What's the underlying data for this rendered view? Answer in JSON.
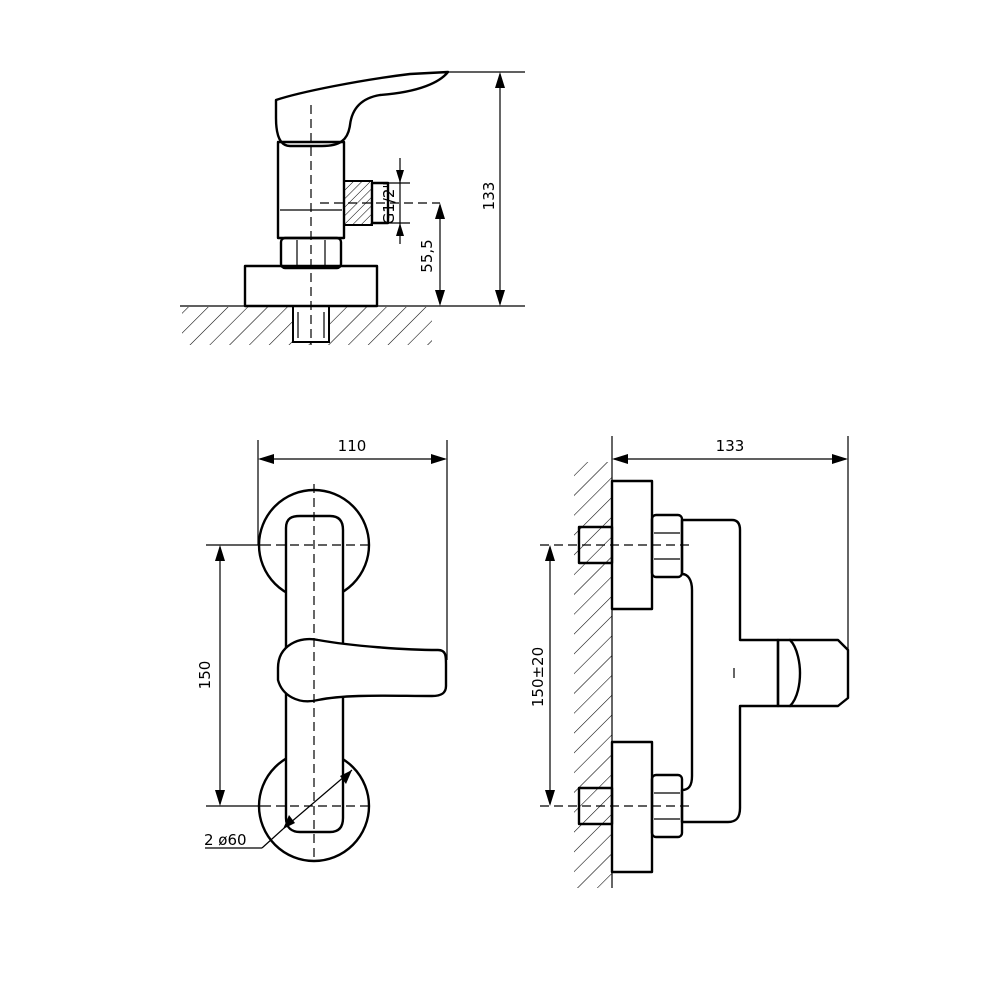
{
  "dimensions": {
    "side_top_height": "133",
    "side_inlet_height": "55,5",
    "side_thread": "G1/2\"",
    "front_width": "110",
    "front_spacing": "150",
    "front_rosette": "2 ø60",
    "right_depth": "133",
    "right_spacing": "150±20"
  },
  "colors": {
    "line": "#000000",
    "background": "#ffffff"
  }
}
